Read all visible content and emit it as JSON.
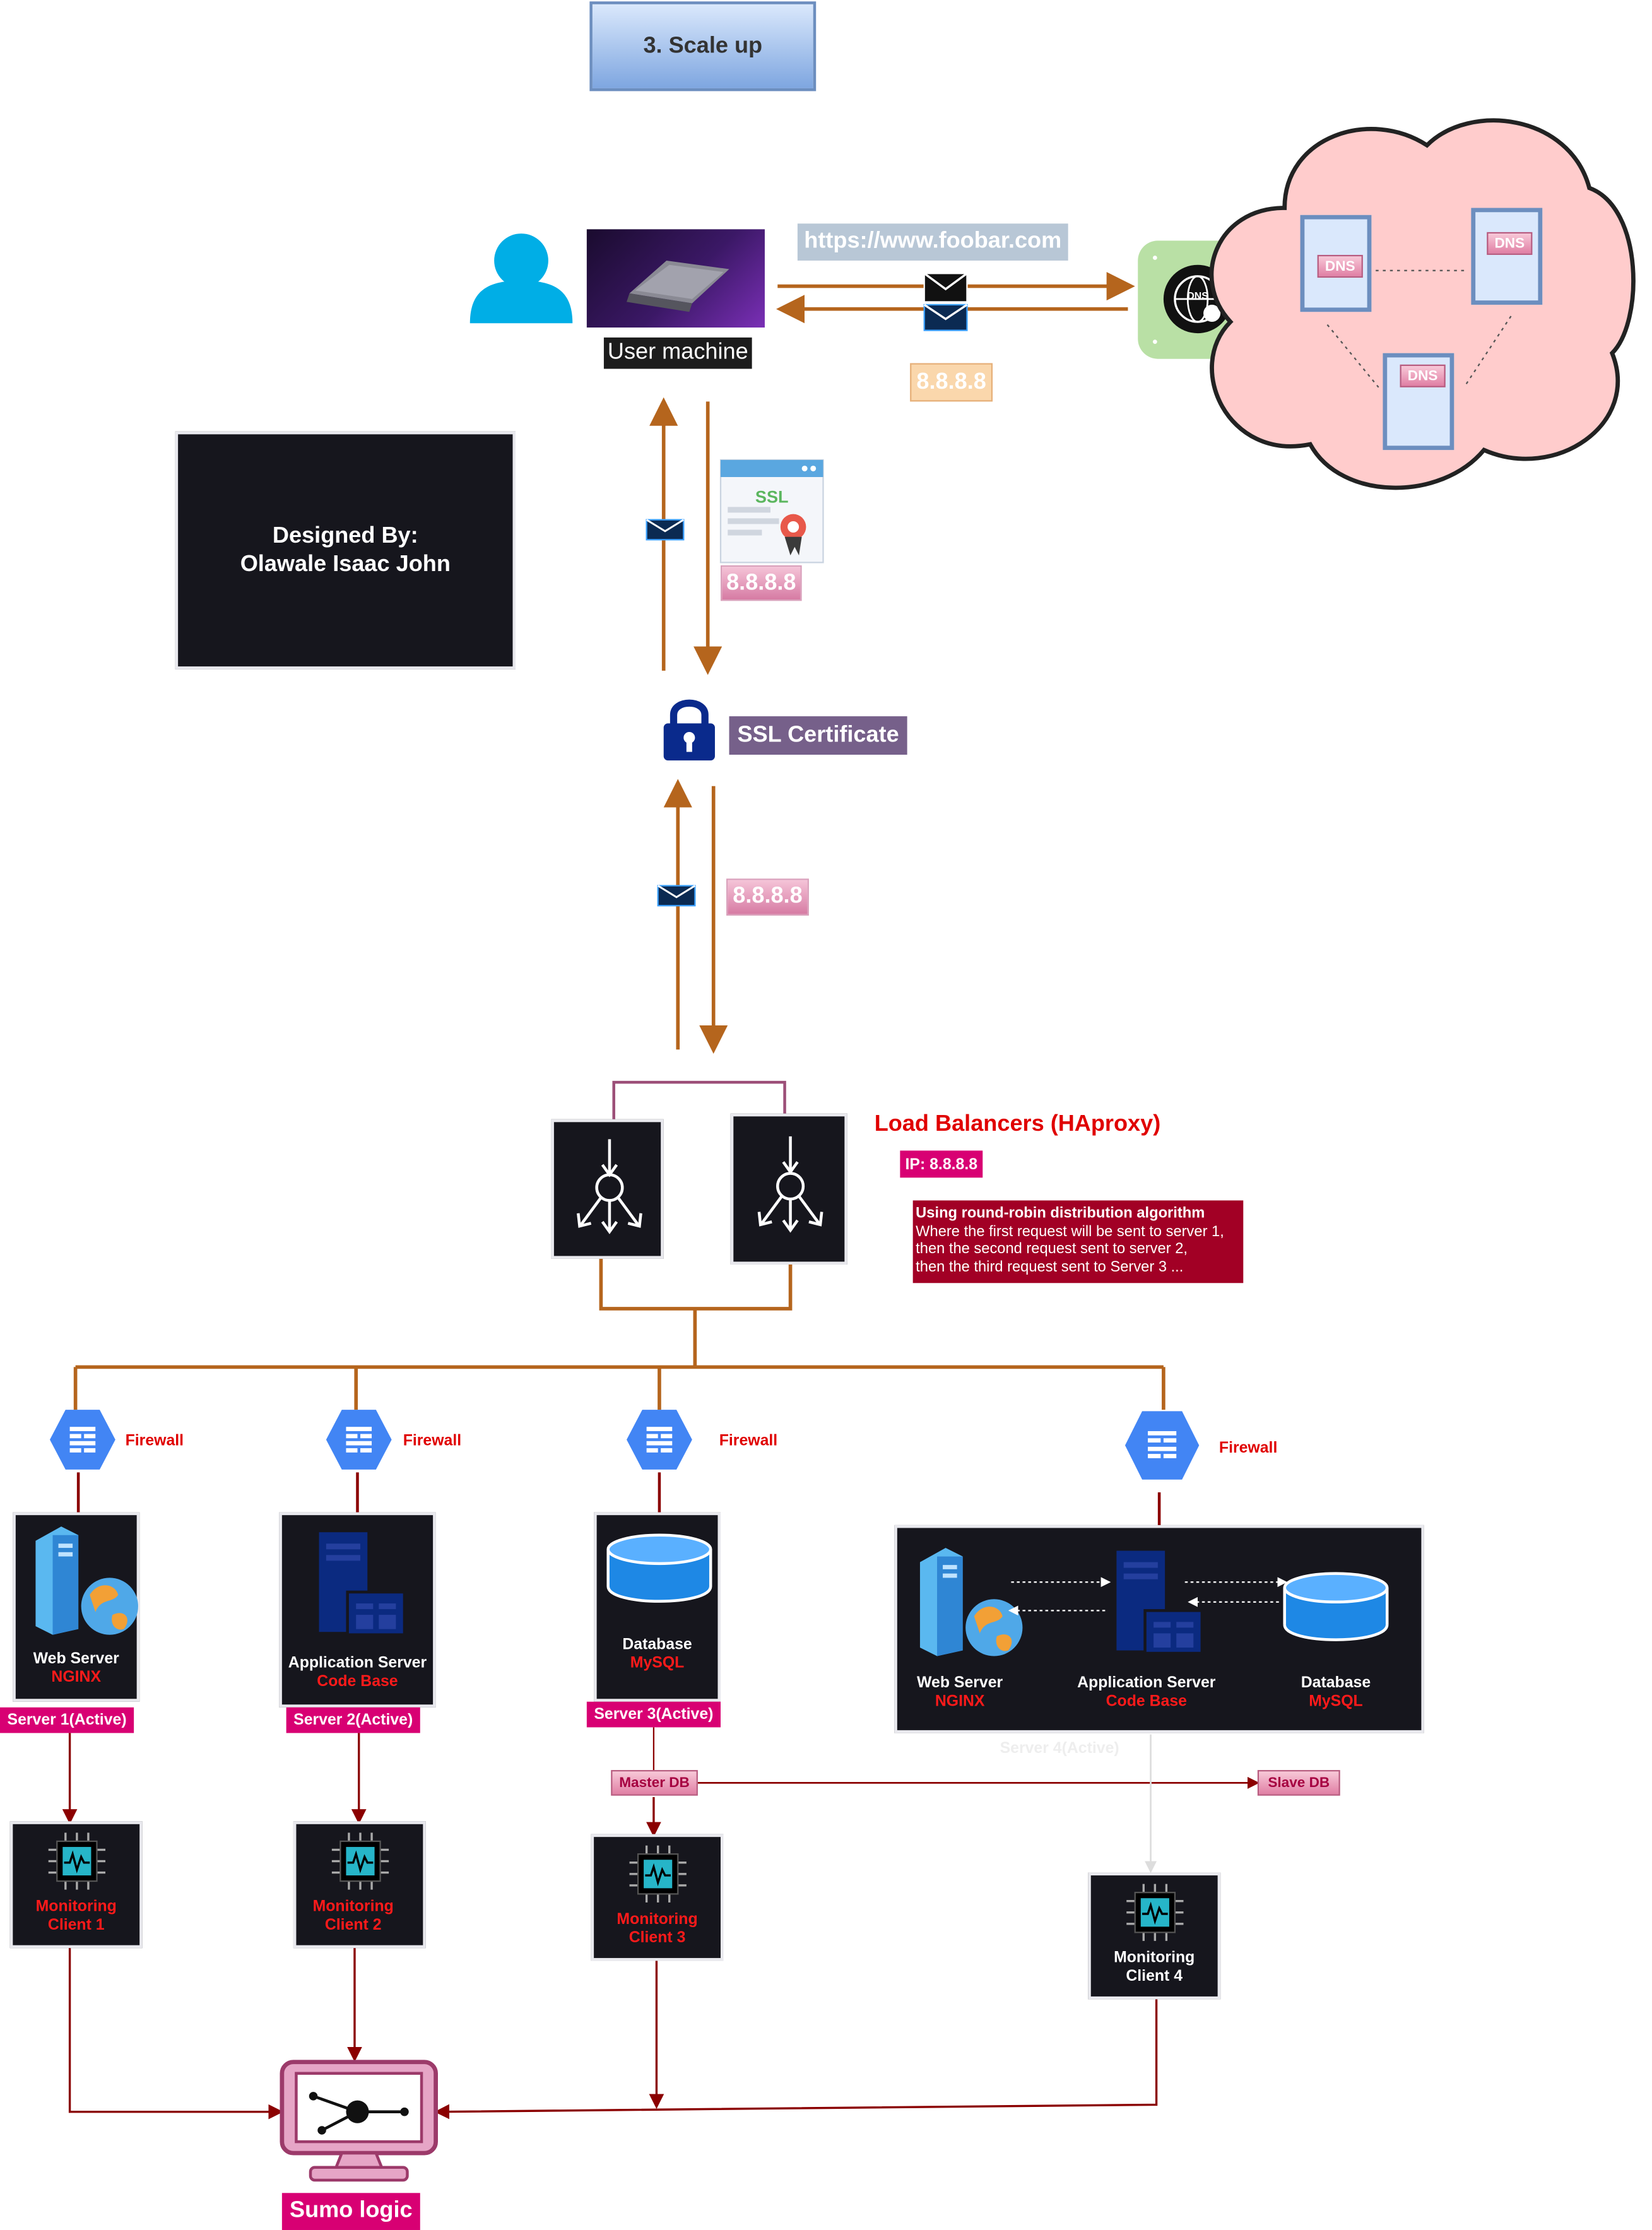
{
  "header": {
    "title": "3. Scale up"
  },
  "client": {
    "label": "User machine"
  },
  "dns": {
    "url": "https://www.foobar.com",
    "ip": "8.8.8.8",
    "icon_text": "DNS",
    "server_labels": [
      "DNS",
      "DNS",
      "DNS"
    ]
  },
  "credit": {
    "line1": "Designed By:",
    "line2": "Olawale Isaac John"
  },
  "ssl": {
    "badge_text": "SSL",
    "ip": "8.8.8.8",
    "label": "SSL Certificate"
  },
  "lb_ip_tag": "8.8.8.8",
  "load_balancers": {
    "title": "Load Balancers (HAproxy)",
    "ip": "IP: 8.8.8.8",
    "note_title": "Using round-robin distribution algorithm",
    "note_lines": [
      "Where the first request will be sent to server 1,",
      "then the second request sent to server 2,",
      "then the third request sent to Server 3 ..."
    ]
  },
  "firewall_label": "Firewall",
  "servers": {
    "s1": {
      "name": "Web Server",
      "sub": "NGINX",
      "tag": "Server 1(Active)"
    },
    "s2": {
      "name": "Application Server",
      "sub": "Code Base",
      "tag": "Server 2(Active)"
    },
    "s3": {
      "name": "Database",
      "sub": "MySQL",
      "tag": "Server 3(Active)"
    },
    "s4": {
      "web": "Web Server",
      "web_sub": "NGINX",
      "app": "Application Server",
      "app_sub": "Code Base",
      "db": "Database",
      "db_sub": "MySQL",
      "tag": "Server 4(Active)"
    }
  },
  "db_roles": {
    "master": "Master DB",
    "slave": "Slave DB"
  },
  "monitoring": {
    "c1": [
      "Monitoring",
      "Client 1"
    ],
    "c2": [
      "Monitoring",
      "Client 2"
    ],
    "c3": [
      "Monitoring",
      "Client 3"
    ],
    "c4": [
      "Monitoring",
      "Client 4"
    ]
  },
  "sumo": {
    "label": "Sumo logic"
  },
  "colors": {
    "arrow": "#b5651d",
    "dark_red": "#8b0000",
    "accent_pink": "#d80073",
    "dark_box": "#16161d",
    "cloud": "#ffcccc"
  }
}
